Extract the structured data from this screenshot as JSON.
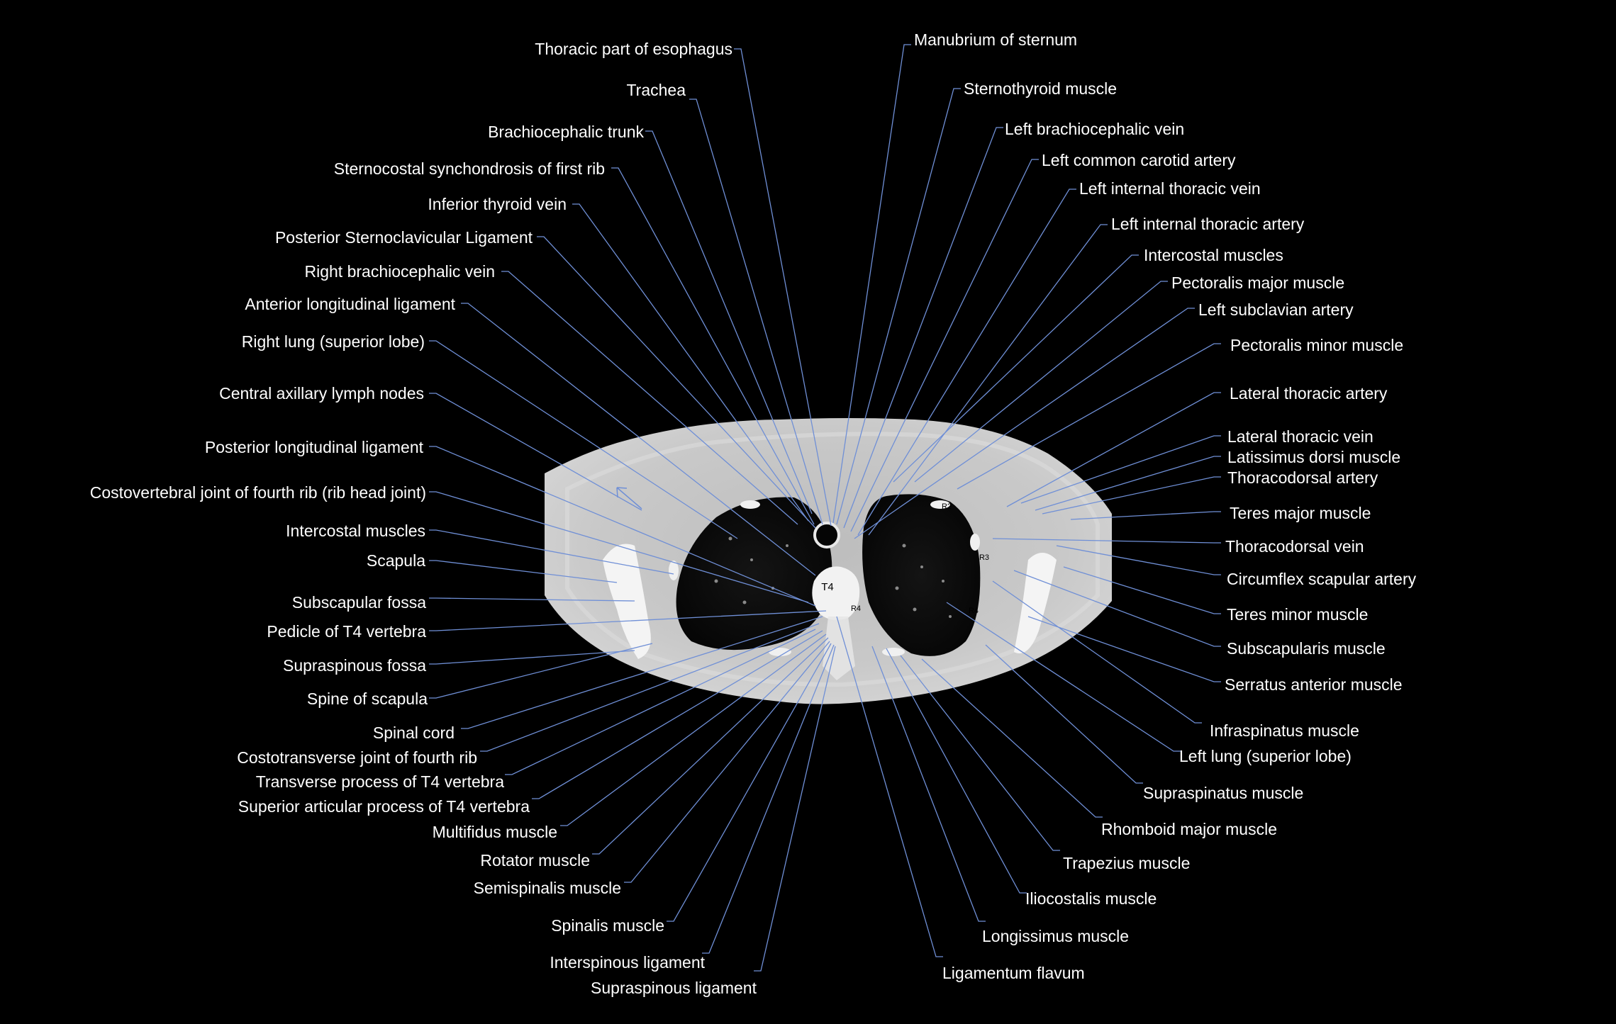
{
  "colors": {
    "background": "#000000",
    "label_text": "#ffffff",
    "leader_line": "#6f8fd6",
    "body_outline": "#d4d4d4",
    "lung": "#0a0a0a"
  },
  "scan_marks": {
    "vertebra": "T4",
    "rib_right_2": "R2",
    "rib_right_3": "R3",
    "rib_right_4": "R4",
    "rib_left_4": "R4"
  },
  "labels": {
    "thoracic_esophagus": "Thoracic part of esophagus",
    "trachea": "Trachea",
    "brachiocephalic_trunk": "Brachiocephalic trunk",
    "sternocostal_synchondrosis": "Sternocostal synchondrosis of first rib",
    "inferior_thyroid_vein": "Inferior thyroid vein",
    "posterior_sternoclavicular_ligament": "Posterior Sternoclavicular Ligament",
    "right_brachiocephalic_vein": "Right brachiocephalic vein",
    "anterior_longitudinal_ligament": "Anterior longitudinal ligament",
    "right_lung_superior_lobe": "Right lung (superior lobe)",
    "central_axillary_lymph_nodes": "Central axillary lymph nodes",
    "posterior_longitudinal_ligament": "Posterior longitudinal ligament",
    "costovertebral_joint": "Costovertebral joint of fourth rib (rib head joint)",
    "intercostal_muscles_left_side": "Intercostal muscles",
    "scapula": "Scapula",
    "subscapular_fossa": "Subscapular fossa",
    "pedicle_t4": "Pedicle of T4 vertebra",
    "supraspinous_fossa": "Supraspinous fossa",
    "spine_of_scapula": "Spine of scapula",
    "spinal_cord": "Spinal cord",
    "costotransverse_joint": "Costotransverse joint of fourth rib",
    "transverse_process_t4": "Transverse process of T4 vertebra",
    "superior_articular_process_t4": "Superior articular process of T4 vertebra",
    "multifidus_muscle": "Multifidus muscle",
    "rotator_muscle": "Rotator muscle",
    "semispinalis_muscle": "Semispinalis muscle",
    "spinalis_muscle": "Spinalis muscle",
    "interspinous_ligament": "Interspinous ligament",
    "supraspinous_ligament": "Supraspinous ligament",
    "manubrium": "Manubrium of sternum",
    "sternothyroid_muscle": "Sternothyroid muscle",
    "left_brachiocephalic_vein": "Left brachiocephalic vein",
    "left_common_carotid": "Left common carotid artery",
    "left_internal_thoracic_vein": "Left internal thoracic vein",
    "left_internal_thoracic_artery": "Left internal thoracic artery",
    "intercostal_muscles_right_side": "Intercostal muscles",
    "pectoralis_major": "Pectoralis major muscle",
    "left_subclavian_artery": "Left subclavian artery",
    "pectoralis_minor": "Pectoralis minor muscle",
    "lateral_thoracic_artery": "Lateral thoracic artery",
    "lateral_thoracic_vein": "Lateral thoracic vein",
    "latissimus_dorsi": "Latissimus dorsi muscle",
    "thoracodorsal_artery": "Thoracodorsal artery",
    "teres_major": "Teres major muscle",
    "thoracodorsal_vein": "Thoracodorsal vein",
    "circumflex_scapular_artery": "Circumflex scapular artery",
    "teres_minor": "Teres minor muscle",
    "subscapularis_muscle": "Subscapularis muscle",
    "serratus_anterior": "Serratus anterior muscle",
    "infraspinatus_muscle": "Infraspinatus muscle",
    "left_lung_superior_lobe": "Left lung (superior lobe)",
    "supraspinatus_muscle": "Supraspinatus muscle",
    "rhomboid_major": "Rhomboid major muscle",
    "trapezius_muscle": "Trapezius muscle",
    "iliocostalis_muscle": "Iliocostalis muscle",
    "longissimus_muscle": "Longissimus muscle",
    "ligamentum_flavum": "Ligamentum flavum"
  }
}
